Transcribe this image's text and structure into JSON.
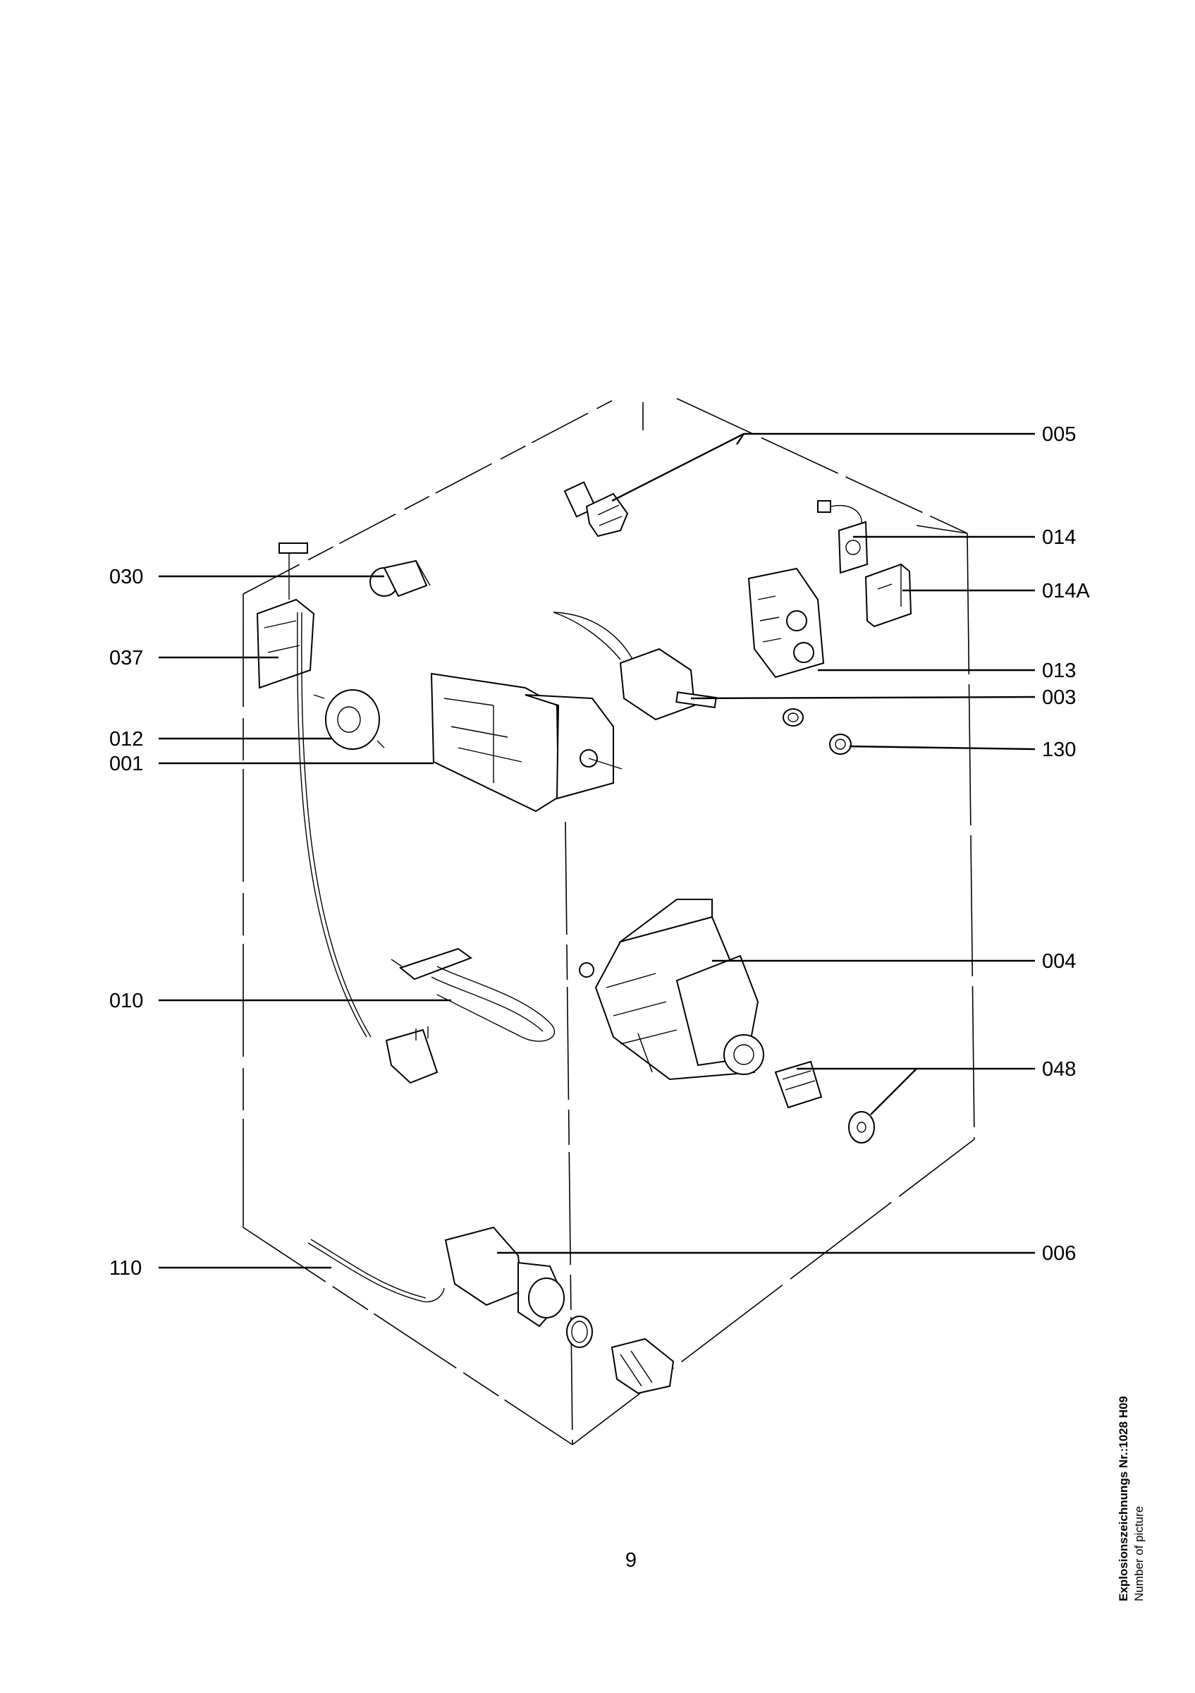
{
  "callouts": {
    "c005": "005",
    "c014": "014",
    "c014A": "014A",
    "c013": "013",
    "c003": "003",
    "c130": "130",
    "c004": "004",
    "c048": "048",
    "c006": "006",
    "c030": "030",
    "c037": "037",
    "c012": "012",
    "c001": "001",
    "c010": "010",
    "c110": "110"
  },
  "page_number": "9",
  "caption": {
    "title": "Explosionszeichnungs Nr.:1028 H09",
    "subtitle": "Number of picture"
  }
}
